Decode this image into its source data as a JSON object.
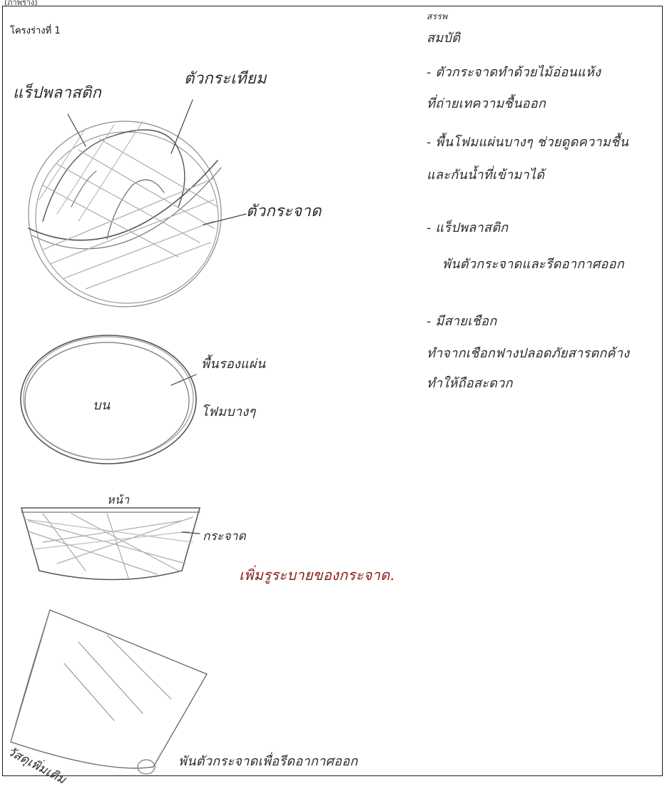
{
  "header": {
    "top_fragment": "(ภาพร่าง)",
    "sketch_title": "โครงร่างที่ 1"
  },
  "sketch1": {
    "label_plastic_wrap": "แร็ปพลาสติก",
    "label_garlic": "ตัวกระเทียม",
    "label_basket": "ตัวกระจาด"
  },
  "sketch2": {
    "label_top": "บน",
    "label_foam_line1": "พื้นรองแผ่น",
    "label_foam_line2": "โฟมบางๆ"
  },
  "sketch3": {
    "label_front": "หน้า",
    "label_basket": "กระจาด",
    "note_red": "เพิ่มรูระบายของกระจาด."
  },
  "sketch4": {
    "label_extra_material": "วัสดุเพิ่มเติม",
    "caption": "พันตัวกระจาดเพื่อรีดอากาศออก"
  },
  "properties": {
    "heading_small": "สรรพ",
    "heading": "สมบัติ",
    "items": [
      {
        "line1": "- ตัวกระจาดทำด้วยไม้อ่อนแห้ง",
        "line2": "ที่ถ่ายเทความชื้นออก"
      },
      {
        "line1": "- พื้นโฟมแผ่นบางๆ ช่วยดูดความชื้น",
        "line2": "และกันน้ำที่เข้ามาได้"
      },
      {
        "line1": "- แร็ปพลาสติก",
        "line2": "พันตัวกระจาดและรีดอากาศออก"
      },
      {
        "line1": "- มีสายเชือก",
        "line2": "ทำจากเชือกฟางปลอดภัยสารตกค้าง",
        "line3": "ทำให้ถือสะดวก"
      }
    ]
  },
  "colors": {
    "ink": "#2a2a2a",
    "red_ink": "#8b1a1a",
    "border": "#1a1a1a"
  }
}
